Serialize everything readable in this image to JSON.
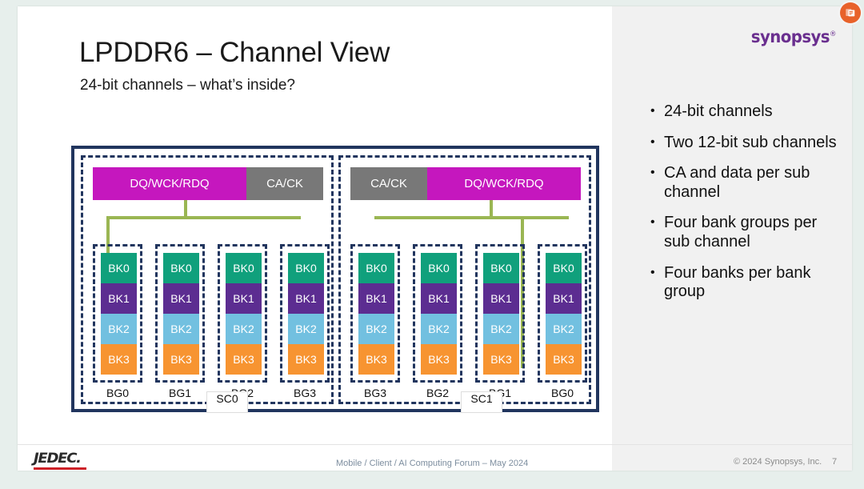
{
  "branding": {
    "synopsys_logo": "synopsys",
    "synopsys_tm": "®",
    "ppt_badge_icon": "powerpoint-document-icon",
    "accent_purple": "#6a2f8f",
    "badge_orange": "#e8622a"
  },
  "title": "LPDDR6 – Channel View",
  "subtitle": "24-bit channels – what’s inside?",
  "bullets": [
    {
      "dot": "•",
      "text": "24-bit channels"
    },
    {
      "dot": "•",
      "text": "Two 12-bit sub channels"
    },
    {
      "dot": "•",
      "text": "CA and data per sub channel"
    },
    {
      "dot": "•",
      "text": "Four bank groups per sub channel"
    },
    {
      "dot": "•",
      "text": "Four banks per bank group"
    }
  ],
  "diagram": {
    "colors": {
      "outline": "#21355e",
      "dq_bar": "#c517be",
      "ca_bar": "#787878",
      "wire": "#9ab653",
      "bank0": "#10a07c",
      "bank1": "#5c2d91",
      "bank2": "#72c0e0",
      "bank3": "#f79431"
    },
    "subchannels": [
      {
        "name": "SC0",
        "badge_label": "SC0",
        "bars": [
          {
            "label": "DQ/WCK/RDQ",
            "kind": "data"
          },
          {
            "label": "CA/CK",
            "kind": "command"
          }
        ],
        "bank_groups": [
          {
            "label": "BG0",
            "banks": [
              "BK0",
              "BK1",
              "BK2",
              "BK3"
            ]
          },
          {
            "label": "BG1",
            "banks": [
              "BK0",
              "BK1",
              "BK2",
              "BK3"
            ]
          },
          {
            "label": "BG2",
            "banks": [
              "BK0",
              "BK1",
              "BK2",
              "BK3"
            ]
          },
          {
            "label": "BG3",
            "banks": [
              "BK0",
              "BK1",
              "BK2",
              "BK3"
            ]
          }
        ]
      },
      {
        "name": "SC1",
        "badge_label": "SC1",
        "bars": [
          {
            "label": "CA/CK",
            "kind": "command"
          },
          {
            "label": "DQ/WCK/RDQ",
            "kind": "data"
          }
        ],
        "bank_groups": [
          {
            "label": "BG3",
            "banks": [
              "BK0",
              "BK1",
              "BK2",
              "BK3"
            ]
          },
          {
            "label": "BG2",
            "banks": [
              "BK0",
              "BK1",
              "BK2",
              "BK3"
            ]
          },
          {
            "label": "BG1",
            "banks": [
              "BK0",
              "BK1",
              "BK2",
              "BK3"
            ]
          },
          {
            "label": "BG0",
            "banks": [
              "BK0",
              "BK1",
              "BK2",
              "BK3"
            ]
          }
        ]
      }
    ]
  },
  "footer": {
    "jedec_logo": "JEDEC",
    "jedec_dot": ".",
    "center_text": "Mobile / Client / AI Computing Forum – May 2024",
    "copyright": "© 2024 Synopsys, Inc.",
    "page_number": "7"
  }
}
